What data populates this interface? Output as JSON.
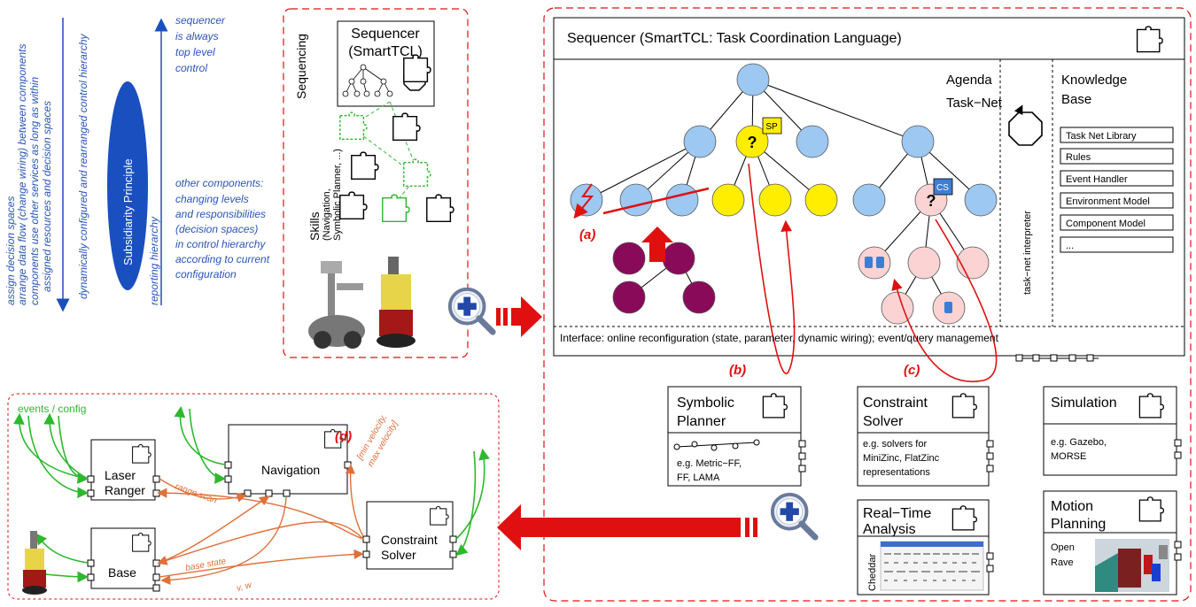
{
  "left_text": {
    "vertical_lines": [
      "assign decision spaces",
      "arrange data flow (change wiring) between components",
      "components use other services as long as within",
      "assigned resources and decision spaces",
      "dynamically configured and rearranged control hierarchy"
    ],
    "reporting_hierarchy": "reporting hierarchy",
    "subsidiarity": "Subsidiarity Principle",
    "top_note": [
      "sequencer",
      "is always",
      "top level",
      "control"
    ],
    "mid_note": [
      "other components:",
      "changing levels",
      "and responsibilities",
      "(decision spaces)",
      "in control hierarchy",
      "according to current",
      "configuration"
    ]
  },
  "middle_panel": {
    "sequencing": "Sequencing",
    "sequencer_title": [
      "Sequencer",
      "(SmartTCL)"
    ],
    "skills": "Skills",
    "skills_sub": [
      "(Navigation,",
      "Symbolic Planner, ...)"
    ]
  },
  "right_panel": {
    "title": "Sequencer (SmartTCL: Task Coordination Language)",
    "agenda": "Agenda",
    "tasknet": "Task−Net",
    "interpreter": "task−net interpreter",
    "kb_title": [
      "Knowledge",
      "Base"
    ],
    "kb_items": [
      "Task Net Library",
      "Rules",
      "Event Handler",
      "Environment Model",
      "Component Model",
      "..."
    ],
    "sp_badge": "SP",
    "cs_badge": "CS",
    "question": "?",
    "label_a": "(a)",
    "label_b": "(b)",
    "label_c": "(c)",
    "interface": "Interface: online reconfiguration (state, parameter, dynamic wiring); event/query management"
  },
  "services": {
    "symbolic": {
      "title": [
        "Symbolic",
        "Planner"
      ],
      "desc": [
        "e.g. Metric−FF,",
        "FF, LAMA"
      ]
    },
    "constraint": {
      "title": [
        "Constraint",
        "Solver"
      ],
      "desc": [
        "e.g. solvers for",
        "MiniZinc, FlatZinc",
        "representations"
      ]
    },
    "simulation": {
      "title": [
        "Simulation"
      ],
      "desc": [
        "e.g. Gazebo,",
        "MORSE"
      ]
    },
    "realtime": {
      "title": [
        "Real−Time",
        "Analysis"
      ],
      "side": "Cheddar"
    },
    "motion": {
      "title": [
        "Motion",
        "Planning"
      ],
      "desc": [
        "Open",
        "Rave"
      ]
    }
  },
  "bottom_panel": {
    "events": "events / config",
    "laser": [
      "Laser",
      "Ranger"
    ],
    "navigation": "Navigation",
    "base": "Base",
    "constraint": [
      "Constraint",
      "Solver"
    ],
    "label_d": "(d)",
    "range_scan": "range scan",
    "base_state": "base state",
    "vw": "v, w",
    "velocity": [
      "[min velocity,",
      "max velocity]"
    ]
  },
  "colors": {
    "red": "#e01010",
    "green": "#2eb82e",
    "orange": "#e0703a",
    "blue_text": "#2b54b8"
  }
}
